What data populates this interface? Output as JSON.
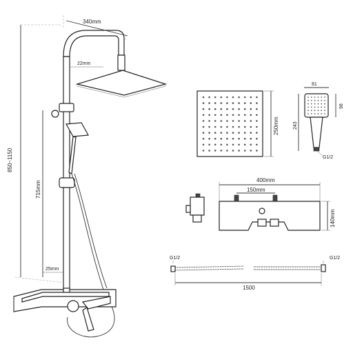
{
  "dimensions": {
    "width_top": "340mm",
    "arm_dia": "22mm",
    "height_range": "850~1150",
    "rail_height": "715mm",
    "pipe_dia": "25mm",
    "head_size": "250mm",
    "hand_width": "81",
    "hand_head": "98",
    "hand_length": "243",
    "hand_thread": "G1/2",
    "mixer_width": "400mm",
    "mixer_center": "150mm",
    "mixer_height": "140mm",
    "hose_thread_left": "G1/2",
    "hose_thread_right": "G1/2",
    "hose_length": "1500"
  }
}
